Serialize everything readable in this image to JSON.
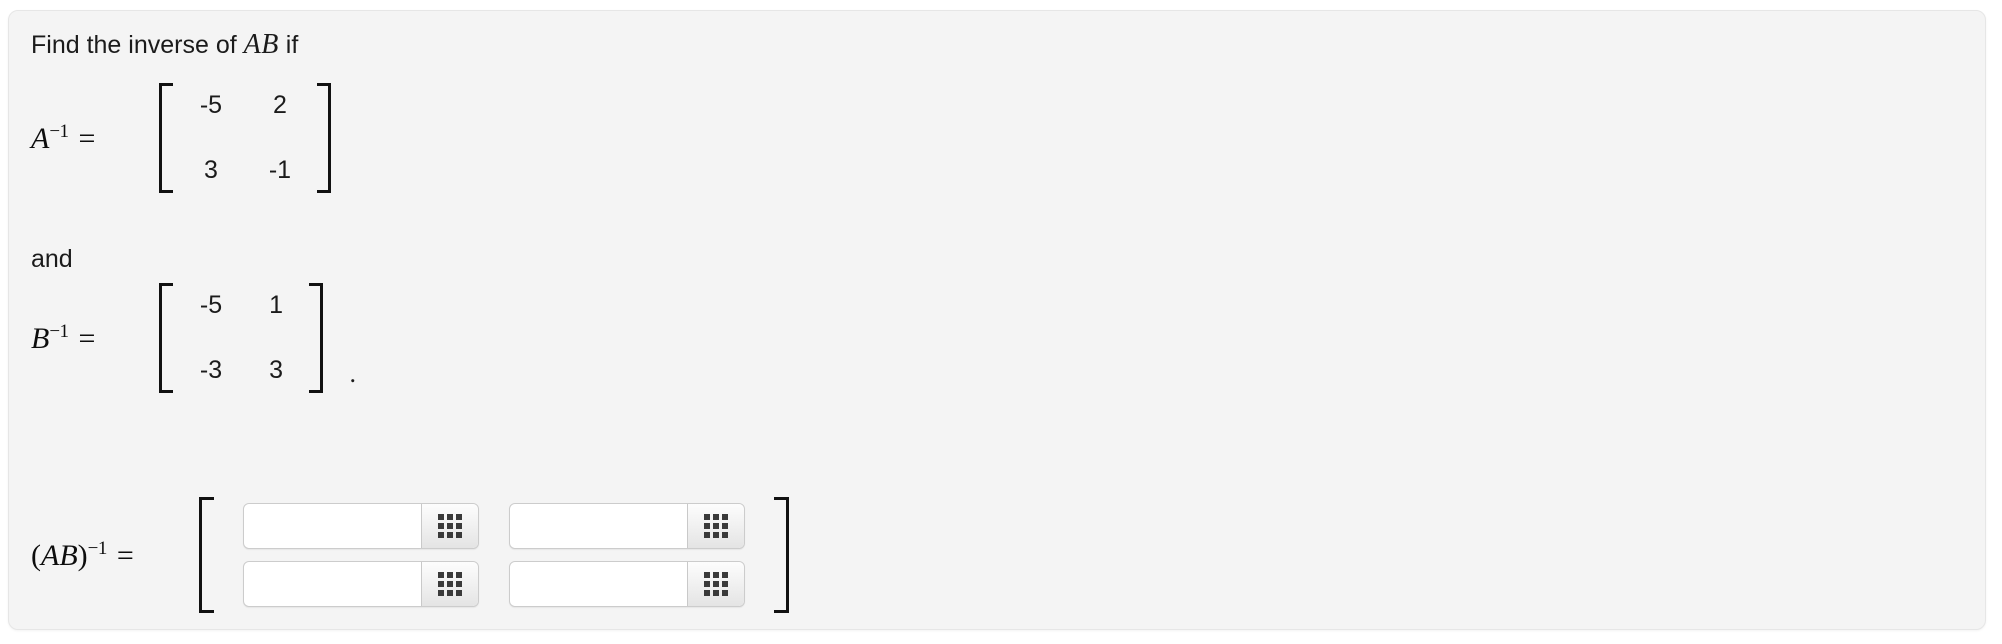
{
  "panel": {
    "background_color": "#f4f4f4",
    "border_color": "#e6e6e6"
  },
  "prompt": {
    "lead_text": "Find the inverse of",
    "math_term": "AB",
    "trail_text": "if"
  },
  "connector": {
    "text": "and"
  },
  "equations": [
    {
      "name": "a-inverse",
      "label_base": "A",
      "label_exponent": "−1",
      "equals": "=",
      "matrix": {
        "rows": 2,
        "cols": 2,
        "values": [
          [
            "-5",
            "2"
          ],
          [
            "3",
            "-1"
          ]
        ]
      },
      "trailing_punctuation": ""
    },
    {
      "name": "b-inverse",
      "label_base": "B",
      "label_exponent": "−1",
      "equals": "=",
      "matrix": {
        "rows": 2,
        "cols": 2,
        "values": [
          [
            "-5",
            "1"
          ],
          [
            "-3",
            "3"
          ]
        ]
      },
      "trailing_punctuation": "."
    }
  ],
  "answer": {
    "name": "ab-inverse",
    "label_open_paren": "(",
    "label_base": "AB",
    "label_close_paren": ")",
    "label_exponent": "−1",
    "equals": "=",
    "matrix": {
      "rows": 2,
      "cols": 2,
      "cells": [
        {
          "id": "r1c1",
          "value": "",
          "placeholder": ""
        },
        {
          "id": "r1c2",
          "value": "",
          "placeholder": ""
        },
        {
          "id": "r2c1",
          "value": "",
          "placeholder": ""
        },
        {
          "id": "r2c2",
          "value": "",
          "placeholder": ""
        }
      ]
    },
    "keypad_button": {
      "icon": "grid-3x3-icon",
      "label": ""
    }
  }
}
